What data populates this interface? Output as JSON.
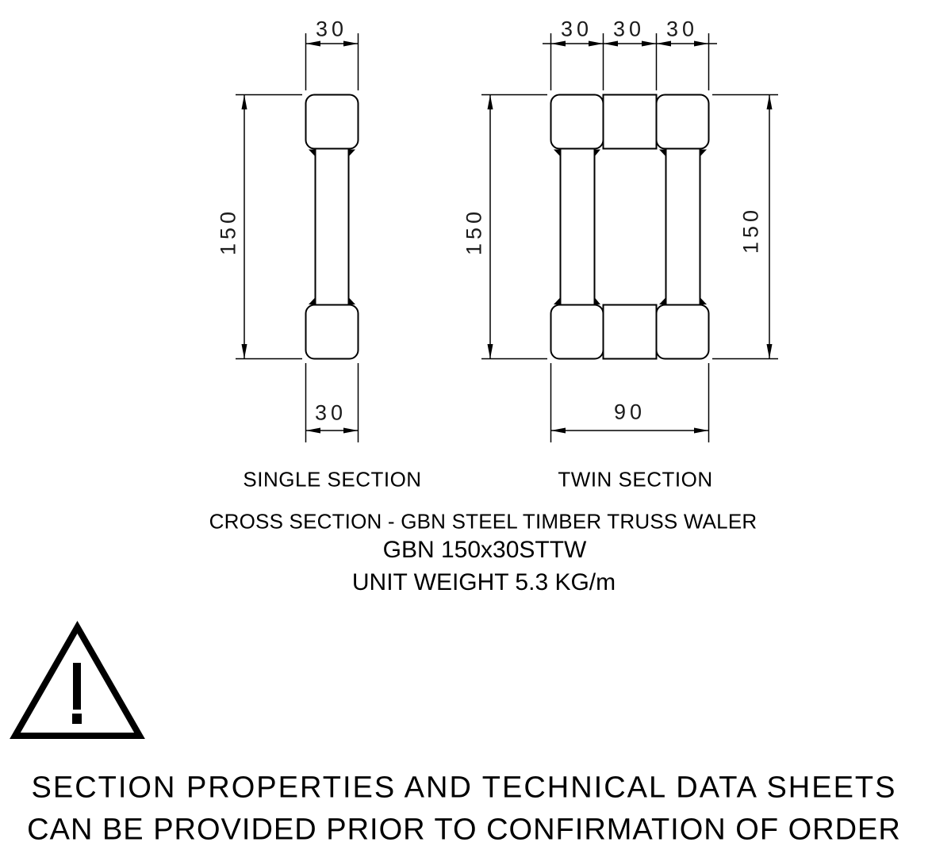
{
  "drawing": {
    "single": {
      "label": "SINGLE SECTION",
      "dim_top": "30",
      "dim_left": "150",
      "dim_bottom": "30"
    },
    "twin": {
      "label": "TWIN SECTION",
      "top_dims": [
        "30",
        "30",
        "30"
      ],
      "dim_left": "150",
      "dim_right": "150",
      "dim_bottom": "90"
    },
    "title": "CROSS SECTION - GBN STEEL TIMBER TRUSS WALER",
    "model": "GBN 150x30STTW",
    "unit_weight": "UNIT WEIGHT 5.3 KG/m"
  },
  "warning": {
    "icon": "warning-triangle-exclamation",
    "line1": "SECTION PROPERTIES AND TECHNICAL DATA SHEETS",
    "line2": "CAN BE PROVIDED PRIOR TO CONFIRMATION OF ORDER"
  },
  "colors": {
    "line": "#000000",
    "background": "#ffffff"
  }
}
